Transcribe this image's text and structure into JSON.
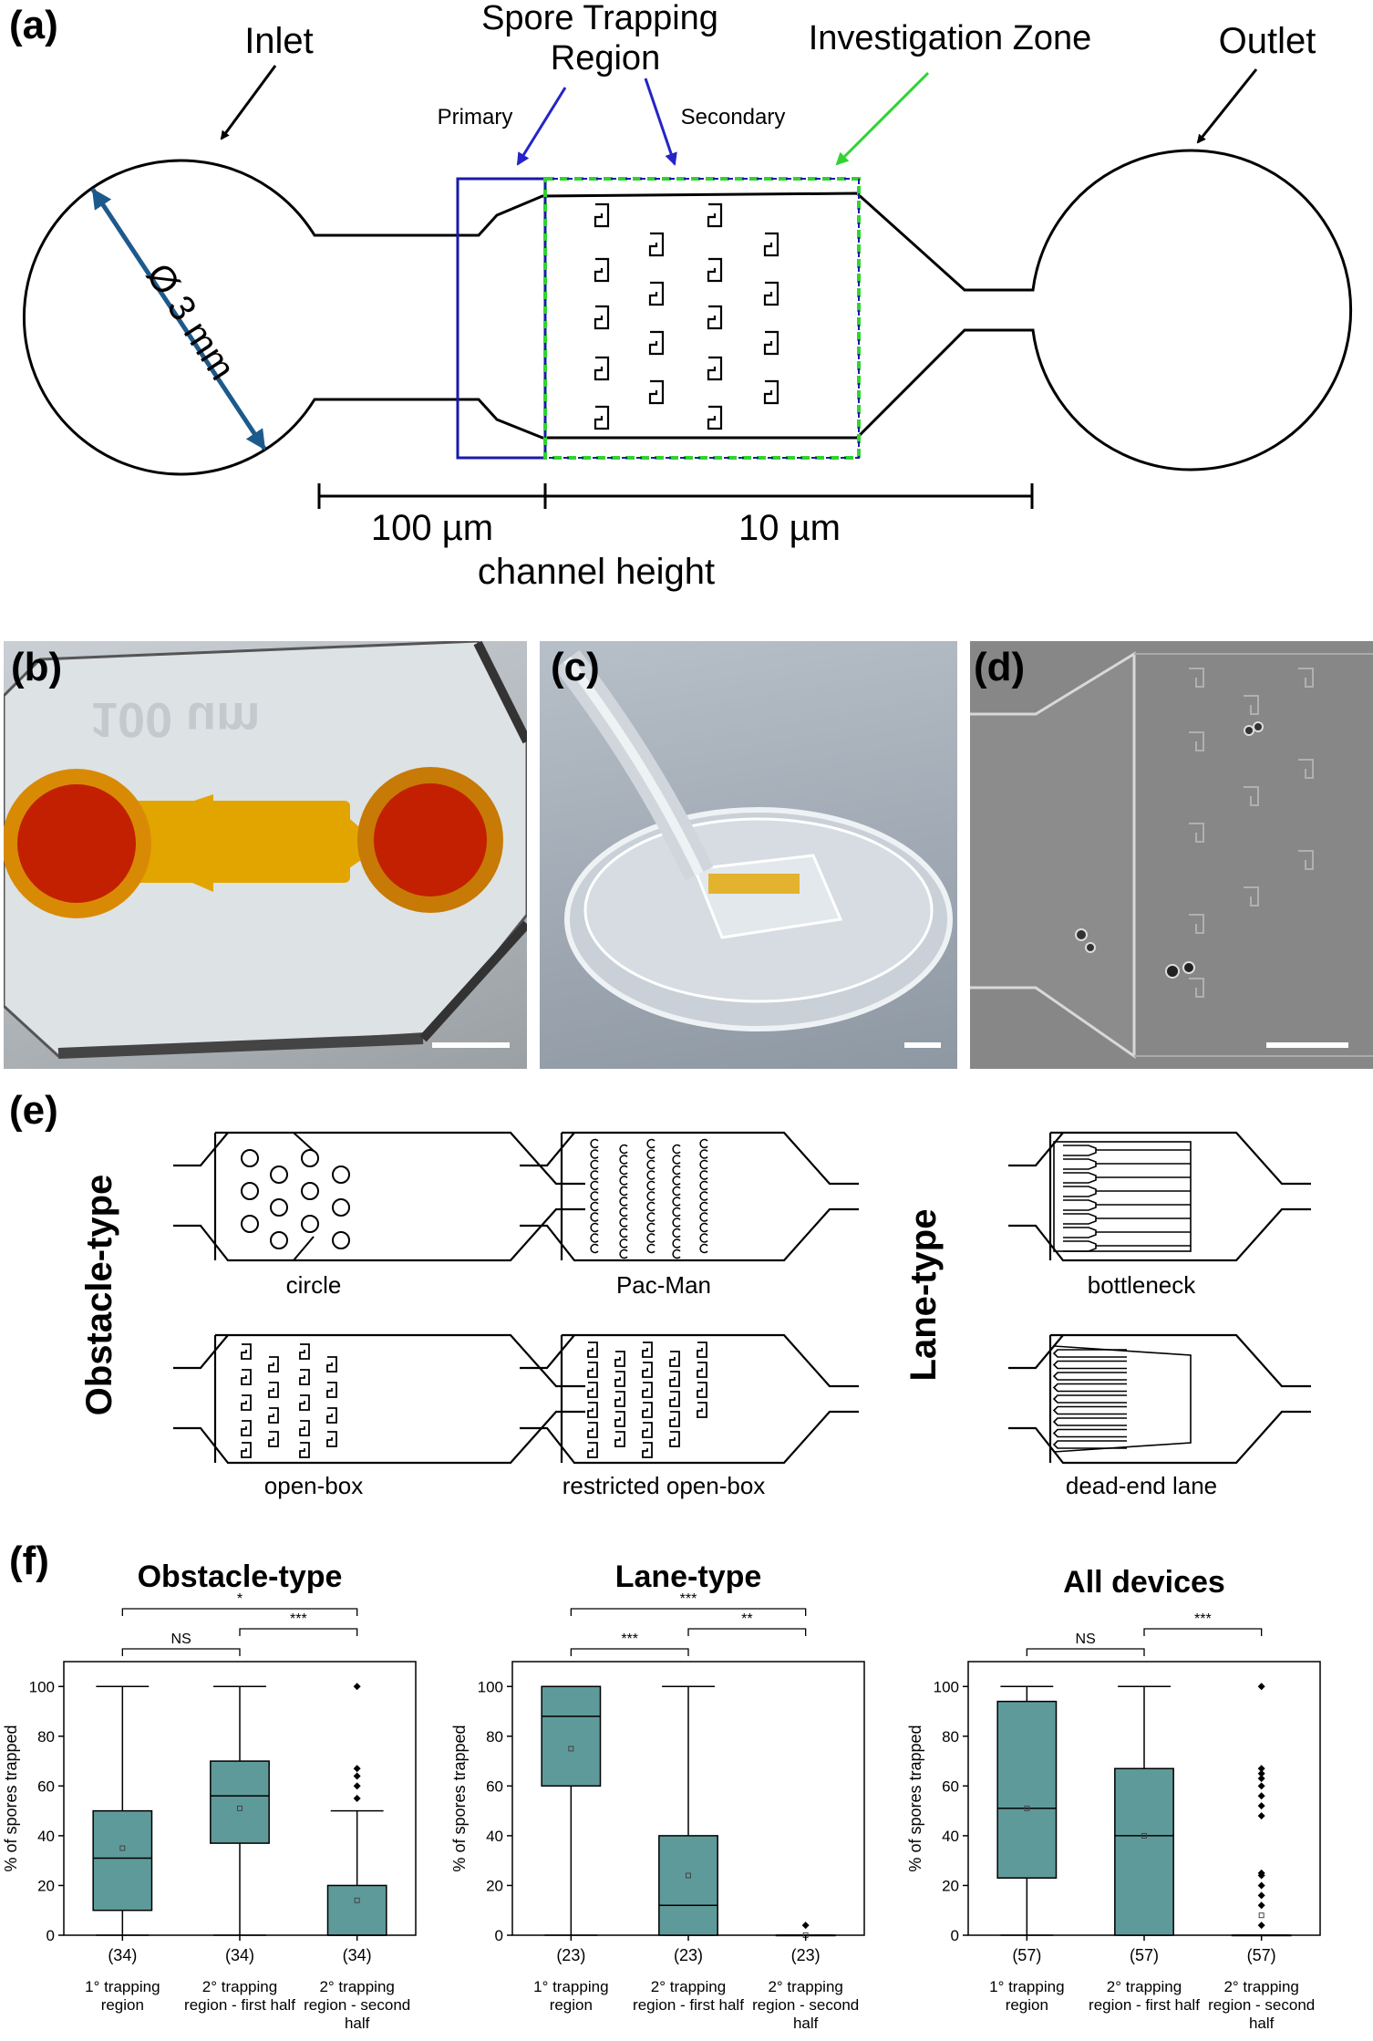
{
  "panel_a": {
    "letter": "(a)",
    "inlet": "Inlet",
    "outlet": "Outlet",
    "spore_line1": "Spore Trapping",
    "spore_line2": "Region",
    "primary": "Primary",
    "secondary": "Secondary",
    "investigation": "Investigation Zone",
    "diameter": "Ø 3 mm",
    "dim_left": "100 µm",
    "dim_right": "10 µm",
    "dim_caption": "channel height"
  },
  "panel_b": {
    "letter": "(b)",
    "watermark": "100 um"
  },
  "panel_c": {
    "letter": "(c)"
  },
  "panel_d": {
    "letter": "(d)"
  },
  "panel_e": {
    "letter": "(e)",
    "group_obstacle": "Obstacle-type",
    "group_lane": "Lane-type",
    "labels": [
      "circle",
      "Pac-Man",
      "bottleneck",
      "open-box",
      "restricted open-box",
      "dead-end lane"
    ]
  },
  "panel_f": {
    "letter": "(f)"
  },
  "colors": {
    "box_fill": "#5f9a9a",
    "primary_box": "#1a1aa8",
    "investigation": "#32d232",
    "arrow_dim": "#1d5a8c"
  },
  "chart_data": [
    {
      "type": "box",
      "title": "Obstacle-type",
      "ylabel": "% of spores trapped",
      "ylim": [
        0,
        110
      ],
      "yticks": [
        0,
        20,
        40,
        60,
        80,
        100
      ],
      "categories": [
        "1° trapping region",
        "2° trapping region - first half",
        "2° trapping region - second half"
      ],
      "cat_lines": [
        [
          "1° trapping",
          "region"
        ],
        [
          "2° trapping",
          "region - first half"
        ],
        [
          "2° trapping",
          "region - second",
          "half"
        ]
      ],
      "n_labels": [
        "(34)",
        "(34)",
        "(34)"
      ],
      "boxes": [
        {
          "whisker_low": 0,
          "q1": 10,
          "median": 31,
          "q3": 50,
          "whisker_high": 100,
          "mean": 35,
          "outliers": []
        },
        {
          "whisker_low": 0,
          "q1": 37,
          "median": 56,
          "q3": 70,
          "whisker_high": 100,
          "mean": 51,
          "outliers": []
        },
        {
          "whisker_low": 0,
          "q1": 0,
          "median": 0,
          "q3": 20,
          "whisker_high": 50,
          "mean": 14,
          "outliers": [
            55,
            60,
            64,
            67,
            100
          ]
        }
      ],
      "significance": [
        {
          "from": 0,
          "to": 1,
          "label": "NS",
          "level": 1
        },
        {
          "from": 1,
          "to": 2,
          "label": "***",
          "level": 2
        },
        {
          "from": 0,
          "to": 2,
          "label": "*",
          "level": 3
        }
      ]
    },
    {
      "type": "box",
      "title": "Lane-type",
      "ylabel": "% of spores trapped",
      "ylim": [
        0,
        110
      ],
      "yticks": [
        0,
        20,
        40,
        60,
        80,
        100
      ],
      "categories": [
        "1° trapping region",
        "2° trapping region - first half",
        "2° trapping region - second half"
      ],
      "cat_lines": [
        [
          "1° trapping",
          "region"
        ],
        [
          "2° trapping",
          "region - first half"
        ],
        [
          "2° trapping",
          "region - second",
          "half"
        ]
      ],
      "n_labels": [
        "(23)",
        "(23)",
        "(23)"
      ],
      "boxes": [
        {
          "whisker_low": 0,
          "q1": 60,
          "median": 88,
          "q3": 100,
          "whisker_high": 100,
          "mean": 75,
          "outliers": []
        },
        {
          "whisker_low": 0,
          "q1": 0,
          "median": 12,
          "q3": 40,
          "whisker_high": 100,
          "mean": 24,
          "outliers": []
        },
        {
          "whisker_low": 0,
          "q1": 0,
          "median": 0,
          "q3": 0,
          "whisker_high": 0,
          "mean": 0,
          "outliers": [
            4
          ]
        }
      ],
      "significance": [
        {
          "from": 0,
          "to": 1,
          "label": "***",
          "level": 1
        },
        {
          "from": 1,
          "to": 2,
          "label": "**",
          "level": 2
        },
        {
          "from": 0,
          "to": 2,
          "label": "***",
          "level": 3
        }
      ]
    },
    {
      "type": "box",
      "title": "All devices",
      "ylabel": "% of spores trapped",
      "ylim": [
        0,
        110
      ],
      "yticks": [
        0,
        20,
        40,
        60,
        80,
        100
      ],
      "categories": [
        "1° trapping region",
        "2° trapping region - first half",
        "2° trapping region - second half"
      ],
      "cat_lines": [
        [
          "1° trapping",
          "region"
        ],
        [
          "2° trapping",
          "region - first half"
        ],
        [
          "2° trapping",
          "region - second",
          "half"
        ]
      ],
      "n_labels": [
        "(57)",
        "(57)",
        "(57)"
      ],
      "boxes": [
        {
          "whisker_low": 0,
          "q1": 23,
          "median": 51,
          "q3": 94,
          "whisker_high": 100,
          "mean": 51,
          "outliers": []
        },
        {
          "whisker_low": 0,
          "q1": 0,
          "median": 40,
          "q3": 67,
          "whisker_high": 100,
          "mean": 40,
          "outliers": []
        },
        {
          "whisker_low": 0,
          "q1": 0,
          "median": 0,
          "q3": 0,
          "whisker_high": 0,
          "mean": 8,
          "outliers": [
            4,
            12,
            16,
            20,
            24,
            25,
            48,
            52,
            56,
            60,
            63,
            65,
            67,
            100
          ]
        }
      ],
      "significance": [
        {
          "from": 0,
          "to": 1,
          "label": "NS",
          "level": 1
        },
        {
          "from": 1,
          "to": 2,
          "label": "***",
          "level": 2
        }
      ]
    }
  ]
}
